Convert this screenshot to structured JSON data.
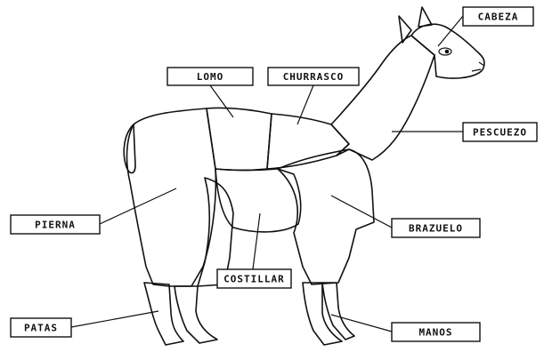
{
  "labels": {
    "cabeza": "CABEZA",
    "lomo": "LOMO",
    "churrasco": "CHURRASCO",
    "pescuezo": "PESCUEZO",
    "pierna": "PIERNA",
    "brazuelo": "BRAZUELO",
    "costillar": "COSTILLAR",
    "patas": "PATAS",
    "manos": "MANOS"
  }
}
